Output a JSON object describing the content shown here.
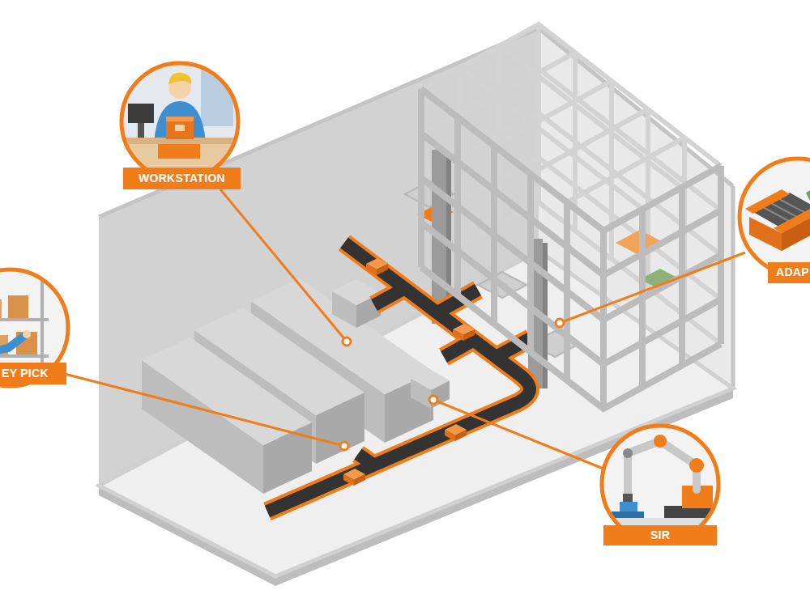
{
  "diagram": {
    "nodes": [
      {
        "text": [
          "WORKSTATION"
        ]
      },
      {
        "text": [
          "ADAP"
        ]
      },
      {
        "text": [
          "EY PICK"
        ]
      },
      {
        "text": [
          "SIR"
        ]
      }
    ]
  }
}
